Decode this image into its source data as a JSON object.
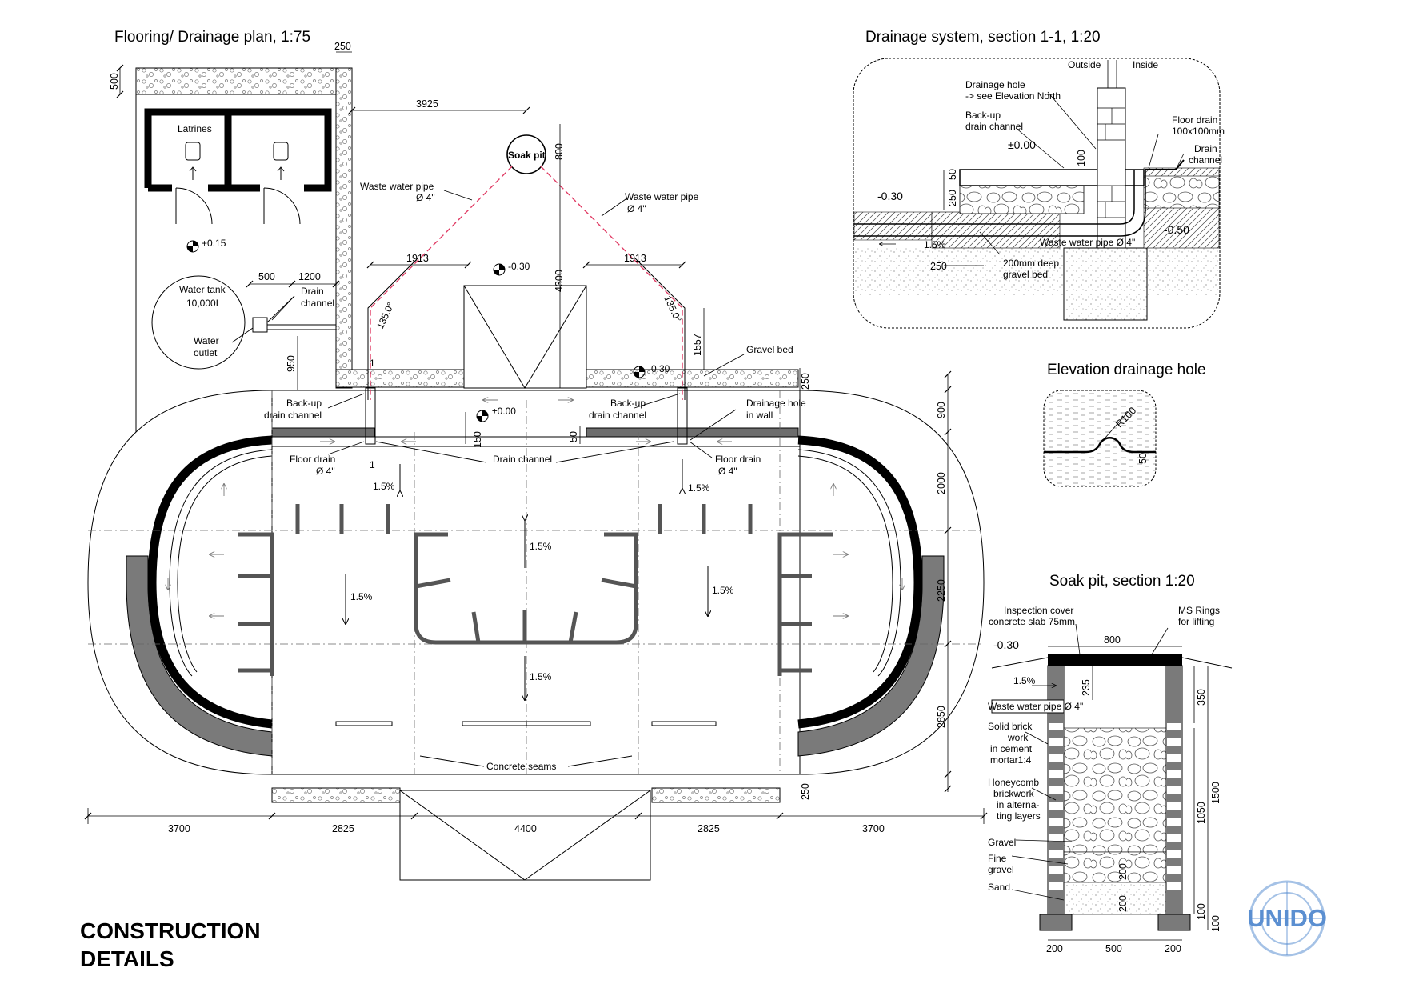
{
  "titles": {
    "plan": "Flooring/ Drainage plan, 1:75",
    "section": "Drainage system, section 1-1, 1:20",
    "elevation": "Elevation drainage hole",
    "soakpit": "Soak pit, section 1:20",
    "footer_line1": "CONSTRUCTION",
    "footer_line2": "DETAILS"
  },
  "logo": {
    "text": "UNIDO",
    "color": "#5b8fd1"
  },
  "colors": {
    "pipe": "#e03a63",
    "wall_dark": "#000000",
    "wall_grey": "#7a7a7a"
  },
  "plan": {
    "labels": {
      "latrines": "Latrines",
      "water_tank": [
        "Water tank",
        "10,000L"
      ],
      "drain_channel_left": [
        "Drain",
        "channel"
      ],
      "water_outlet": [
        "Water",
        "outlet"
      ],
      "soak_pit": "Soak pit",
      "waste_pipe_left": [
        "Waste water pipe",
        "Ø 4\""
      ],
      "waste_pipe_right": [
        "Waste water pipe",
        "Ø 4\""
      ],
      "gravel_bed": "Gravel bed",
      "backup_left": [
        "Back-up",
        "drain channel"
      ],
      "backup_right": [
        "Back-up",
        "drain channel"
      ],
      "drainage_hole": [
        "Drainage hole",
        "in wall"
      ],
      "floor_drain_left": [
        "Floor drain",
        "Ø 4\""
      ],
      "floor_drain_right": [
        "Floor drain",
        "Ø 4\""
      ],
      "drain_channel_center": "Drain channel",
      "concrete_seams": "Concrete seams",
      "angle_left": "135.0°",
      "angle_right": "135.0°",
      "section_marks": [
        "1",
        "1"
      ]
    },
    "levels": {
      "latrines": "+0.15",
      "center_top": "-0.30",
      "right": "-0.30",
      "floor": "±0.00"
    },
    "slopes": {
      "s1": "1.5%",
      "s2": "1.5%",
      "s3": "1.5%",
      "s4": "1.5%",
      "s5": "1.5%",
      "s6": "1.5%"
    },
    "dims": {
      "d250_top": "250",
      "d500": "500",
      "d3925": "3925",
      "d800": "800",
      "d4300": "4300",
      "d1913_left": "1913",
      "d1913_right": "1913",
      "d500b": "500",
      "d1200": "1200",
      "d950": "950",
      "d1557": "1557",
      "d250_r": "250",
      "d900": "900",
      "d2000": "2000",
      "d2250": "2250",
      "d2850": "2850",
      "d250_b": "250",
      "d150": "150",
      "d50": "50",
      "bottom": [
        "3700",
        "2825",
        "4400",
        "2825",
        "3700"
      ]
    }
  },
  "section": {
    "outside": "Outside",
    "inside": "Inside",
    "drainage_hole": [
      "Drainage hole",
      "-> see Elevation North"
    ],
    "backup": [
      "Back-up",
      "drain channel"
    ],
    "level_000": "±0.00",
    "floor_drain": [
      "Floor drain",
      "100x100mm"
    ],
    "drain_channel": [
      "Drain",
      "channel"
    ],
    "level_030": "-0.30",
    "level_050": "-0.50",
    "slope": "1.5%",
    "pipe": "Waste water pipe Ø 4\"",
    "gravel_bed": [
      "200mm deep",
      "gravel bed"
    ],
    "dims": {
      "d50": "50",
      "d250": "250",
      "d100": "100",
      "d250b": "250"
    }
  },
  "elevation": {
    "radius": "R100",
    "d50": "50"
  },
  "soakpit": {
    "inspection": [
      "Inspection cover",
      "concrete slab 75mm"
    ],
    "rings": [
      "MS Rings",
      "for lifting"
    ],
    "level": "-0.30",
    "slope": "1.5%",
    "pipe": "Waste water pipe Ø 4\"",
    "brick": [
      "Solid brick",
      "work",
      "in cement",
      "mortar1:4"
    ],
    "honeycomb": [
      "Honeycomb",
      "brickwork",
      "in alterna-",
      "ting layers"
    ],
    "gravel": "Gravel",
    "fine_gravel": [
      "Fine",
      "gravel"
    ],
    "sand": "Sand",
    "dims": {
      "d800": "800",
      "d235": "235",
      "d350": "350",
      "d1050": "1050",
      "d1500": "1500",
      "d200a": "200",
      "d200b": "200",
      "d100a": "100",
      "d100b": "100",
      "bottom": [
        "200",
        "500",
        "200"
      ]
    }
  }
}
